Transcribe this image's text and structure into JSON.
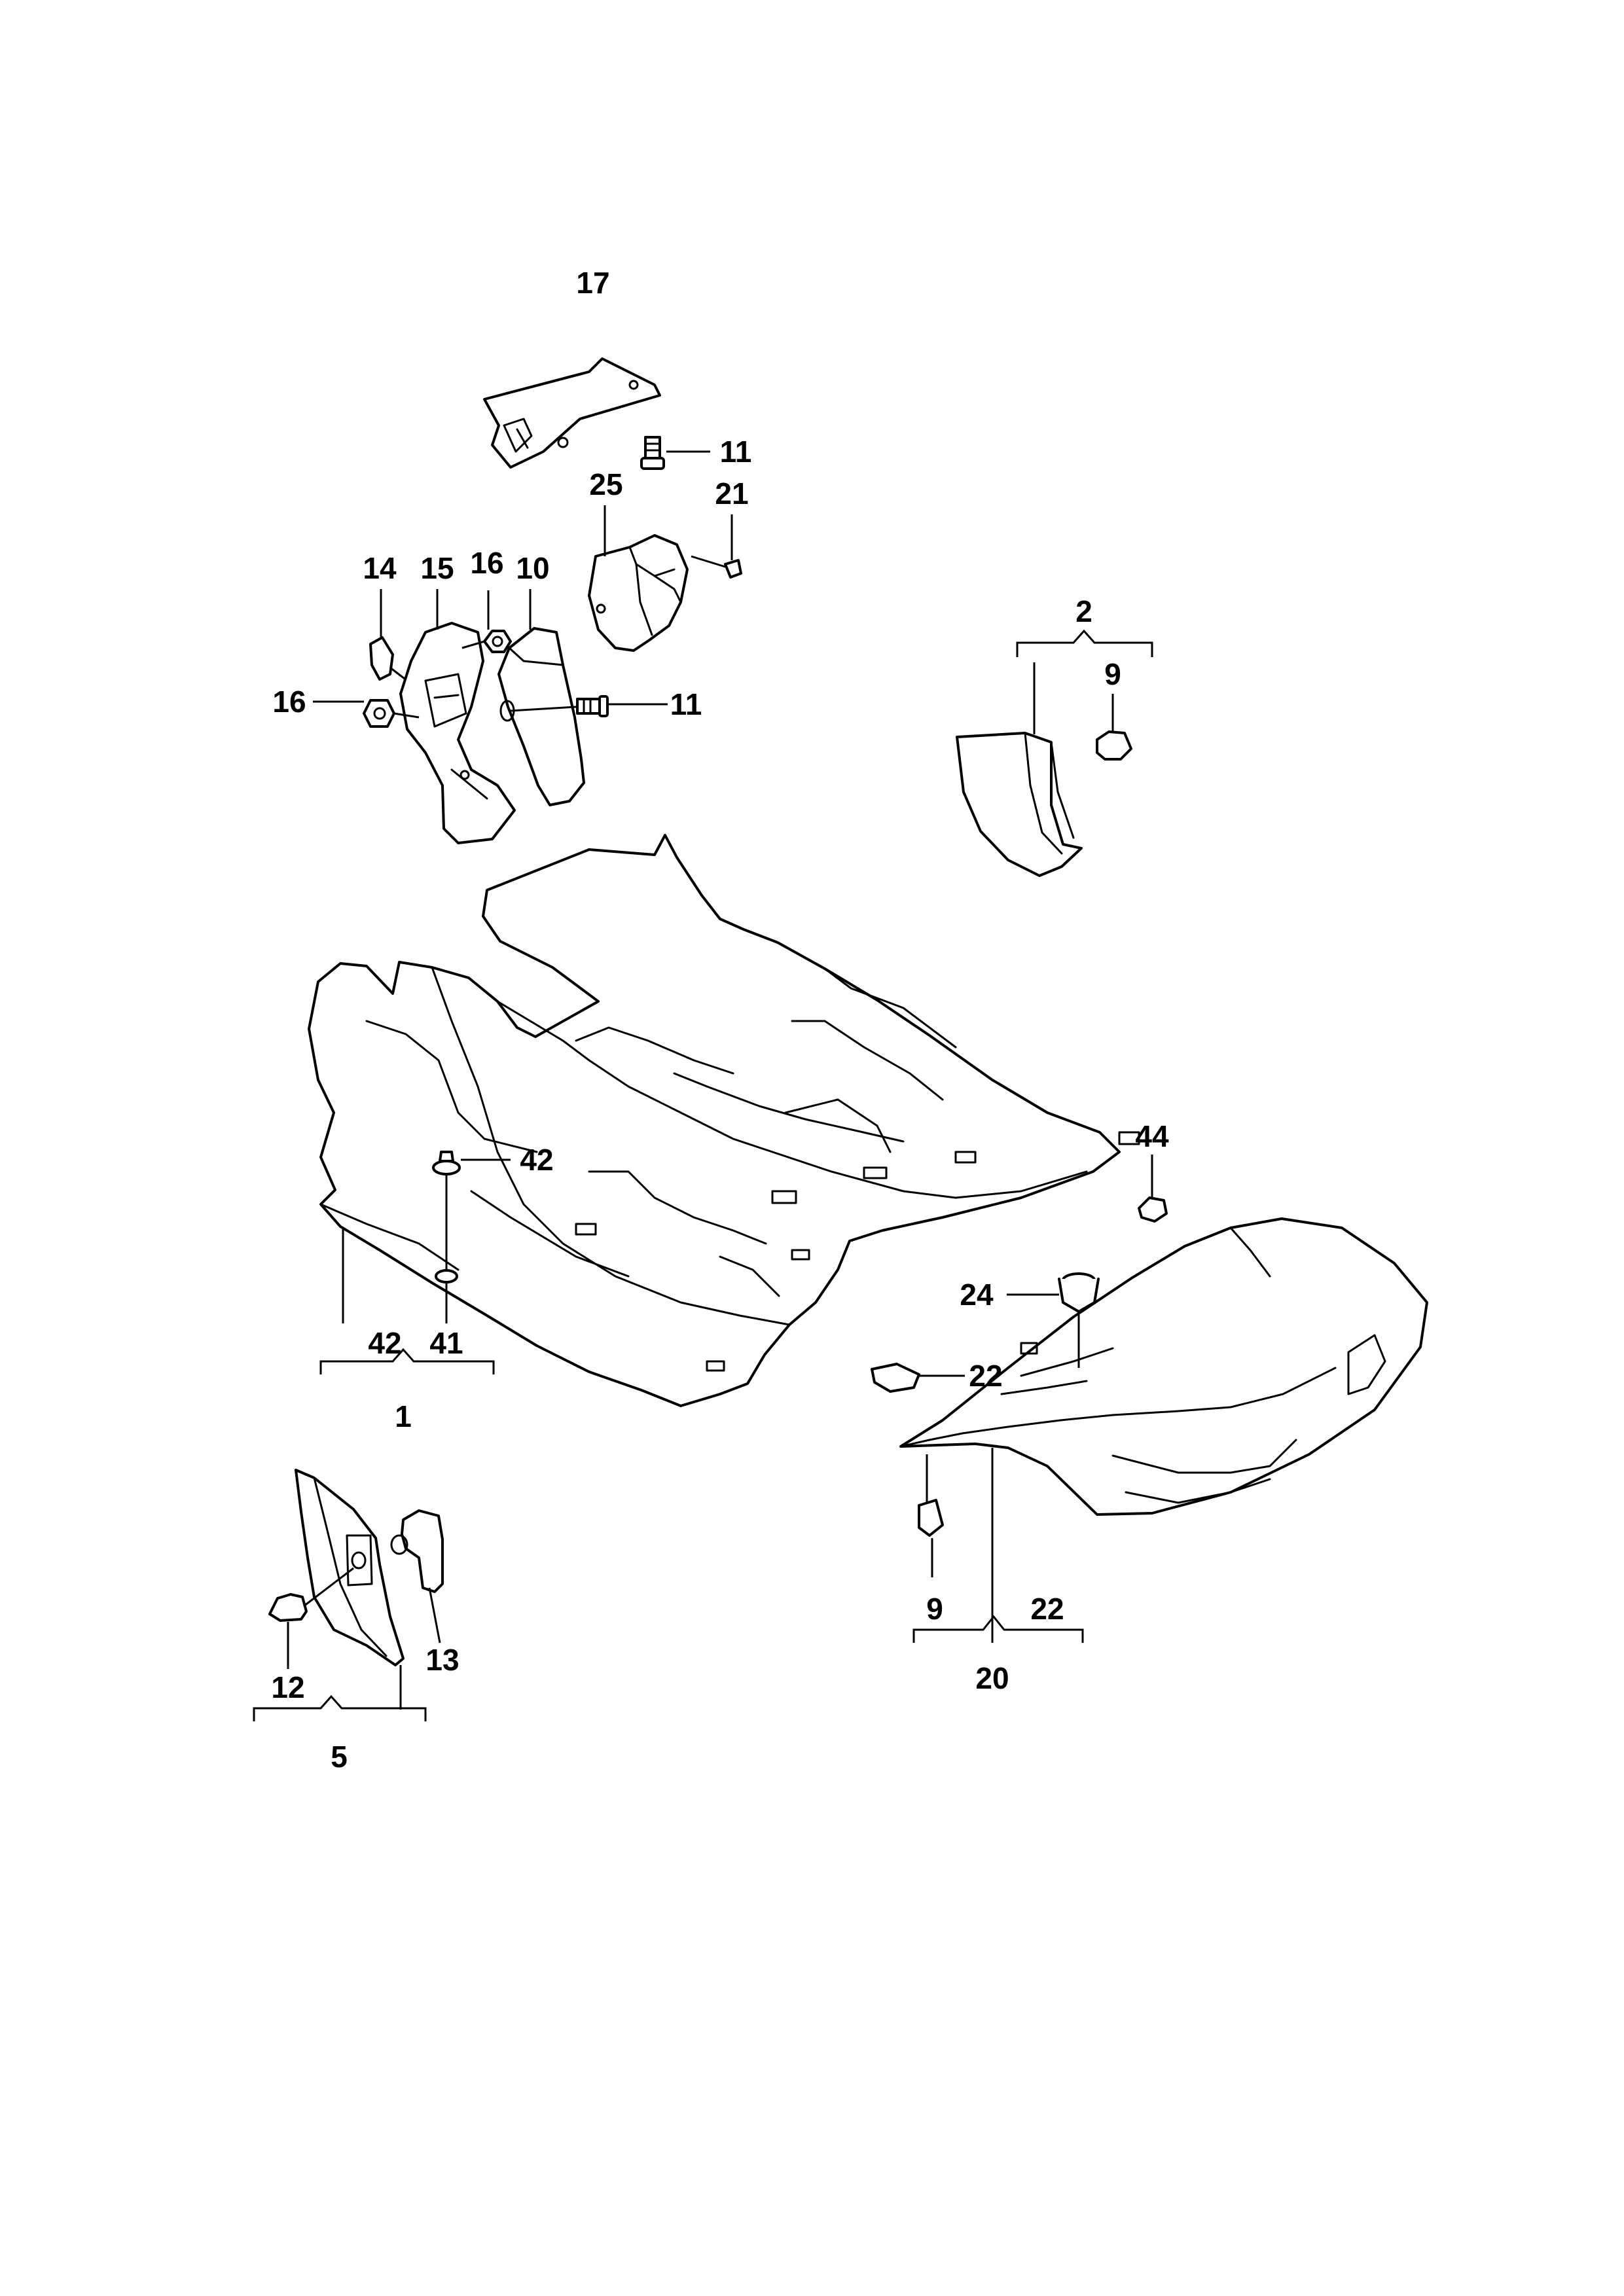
{
  "callouts": {
    "c17": "17",
    "c11_top": "11",
    "c25": "25",
    "c21": "21",
    "c14": "14",
    "c15": "15",
    "c16_top": "16",
    "c10": "10",
    "c16_left": "16",
    "c11_mid": "11",
    "c2": "2",
    "c9_right": "9",
    "c42_right": "42",
    "c42_bottom": "42",
    "c41": "41",
    "c1": "1",
    "c44": "44",
    "c24": "24",
    "c22_mid": "22",
    "c9_bottom": "9",
    "c22_bottom": "22",
    "c20": "20",
    "c12": "12",
    "c13": "13",
    "c5": "5"
  }
}
